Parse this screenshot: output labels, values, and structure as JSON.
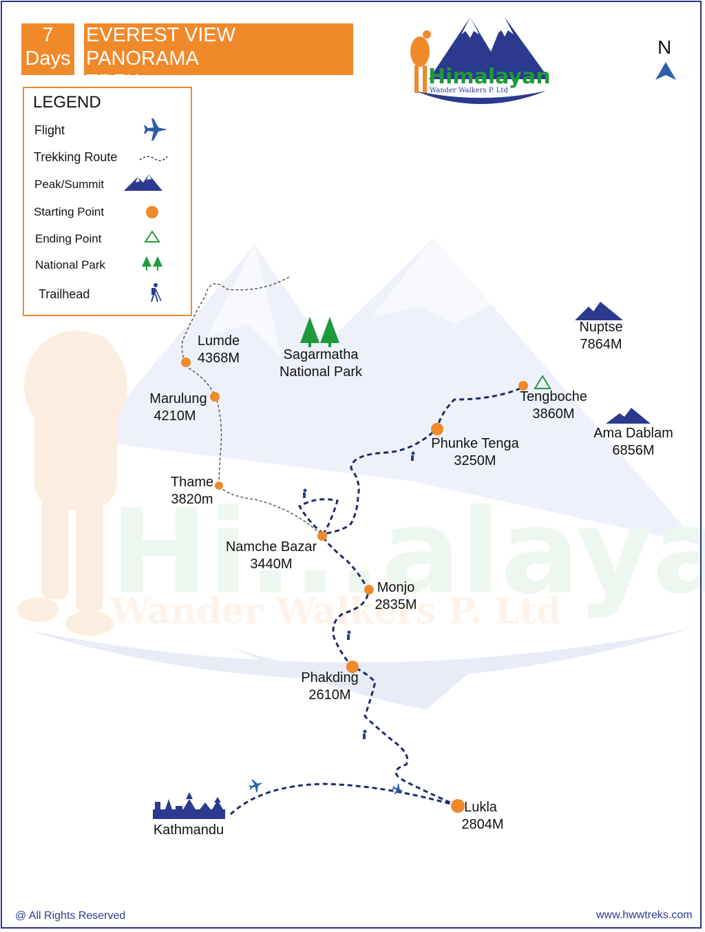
{
  "header": {
    "days_number": "7",
    "days_label": "Days",
    "title_line1": "EVEREST VIEW PANORAMA",
    "title_line2": "TREK"
  },
  "logo": {
    "name": "Himalayan",
    "sub": "Wander Walkers P. Ltd"
  },
  "north": "N",
  "legend": {
    "title": "LEGEND",
    "items": [
      {
        "label": "Flight",
        "icon": "plane-icon"
      },
      {
        "label": "Trekking Route",
        "icon": "dashed-line-icon"
      },
      {
        "label": "Peak/Summit",
        "icon": "mountain-icon"
      },
      {
        "label": "Starting Point",
        "icon": "orange-dot-icon"
      },
      {
        "label": "Ending Point",
        "icon": "green-triangle-icon"
      },
      {
        "label": "National Park",
        "icon": "tree-icon"
      },
      {
        "label": "Trailhead",
        "icon": "hiker-icon"
      }
    ]
  },
  "places": {
    "lumde": {
      "name": "Lumde",
      "alt": "4368M"
    },
    "marulung": {
      "name": "Marulung",
      "alt": "4210M"
    },
    "thame": {
      "name": "Thame",
      "alt": "3820m"
    },
    "sagarmatha": {
      "name": "Sagarmatha",
      "sub": "National Park"
    },
    "nuptse": {
      "name": "Nuptse",
      "alt": "7864M"
    },
    "tengboche": {
      "name": "Tengboche",
      "alt": "3860M"
    },
    "phunke": {
      "name": "Phunke Tenga",
      "alt": "3250M"
    },
    "ama": {
      "name": "Ama Dablam",
      "alt": "6856M"
    },
    "namche": {
      "name": "Namche Bazar",
      "alt": "3440M"
    },
    "monjo": {
      "name": "Monjo",
      "alt": "2835M"
    },
    "phakding": {
      "name": "Phakding",
      "alt": "2610M"
    },
    "lukla": {
      "name": "Lukla",
      "alt": "2804M"
    },
    "kathmandu": {
      "name": "Kathmandu"
    }
  },
  "footer": {
    "rights": "@ All Rights Reserved",
    "url": "www.hwwtreks.com"
  },
  "colors": {
    "orange": "#f0892a",
    "navy": "#1f2a6b",
    "blue": "#2b3a8f",
    "green": "#1e9a3a"
  }
}
